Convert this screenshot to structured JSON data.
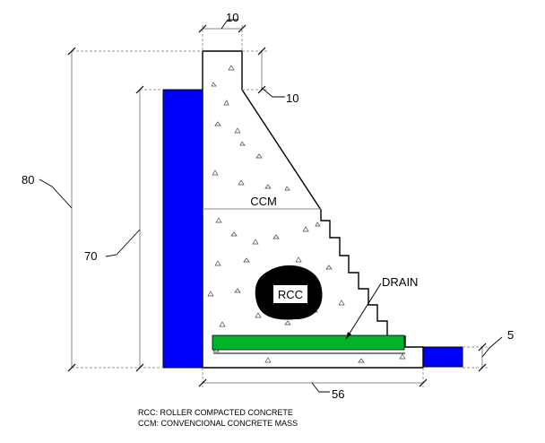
{
  "dimensions": {
    "crest_width": "10",
    "crest_height": "10",
    "total_height": "80",
    "upstream_face_height": "70",
    "base_width": "56",
    "toe_step_height": "5"
  },
  "labels": {
    "ccm": "CCM",
    "rcc": "RCC",
    "drain": "DRAIN"
  },
  "notes": {
    "rcc_note": "RCC: ROLLER COMPACTED CONCRETE",
    "ccm_note": "CCM: CONVENCIONAL CONCRETE MASS"
  },
  "colors": {
    "membrane": "#0000ff",
    "drain": "#00b32c",
    "concrete_fill": "#ffffff",
    "outline": "#000000",
    "dim_line": "#999999"
  }
}
